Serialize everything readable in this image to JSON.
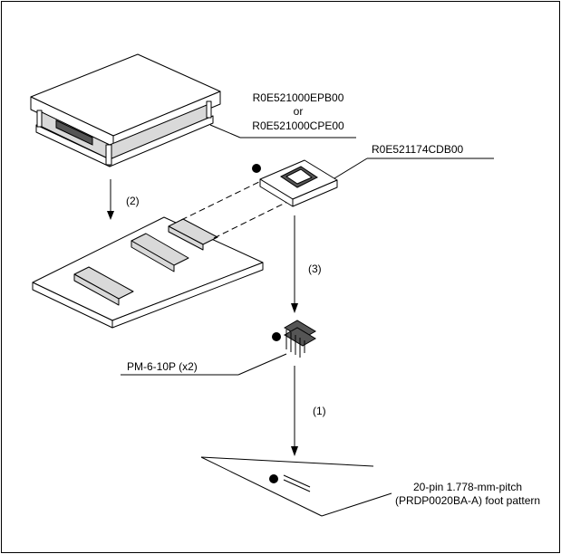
{
  "labels": {
    "emulator_part_1": "R0E521000EPB00",
    "emulator_or": "or",
    "emulator_part_2": "R0E521000CPE00",
    "converter_part": "R0E521174CDB00",
    "pin_part": "PM-6-10P (x2)",
    "foot_pattern_line1": "20-pin 1.778-mm-pitch",
    "foot_pattern_line2": "(PRDP0020BA-A) foot pattern"
  },
  "steps": {
    "step_1": "(1)",
    "step_2": "(2)",
    "step_3": "(3)"
  }
}
